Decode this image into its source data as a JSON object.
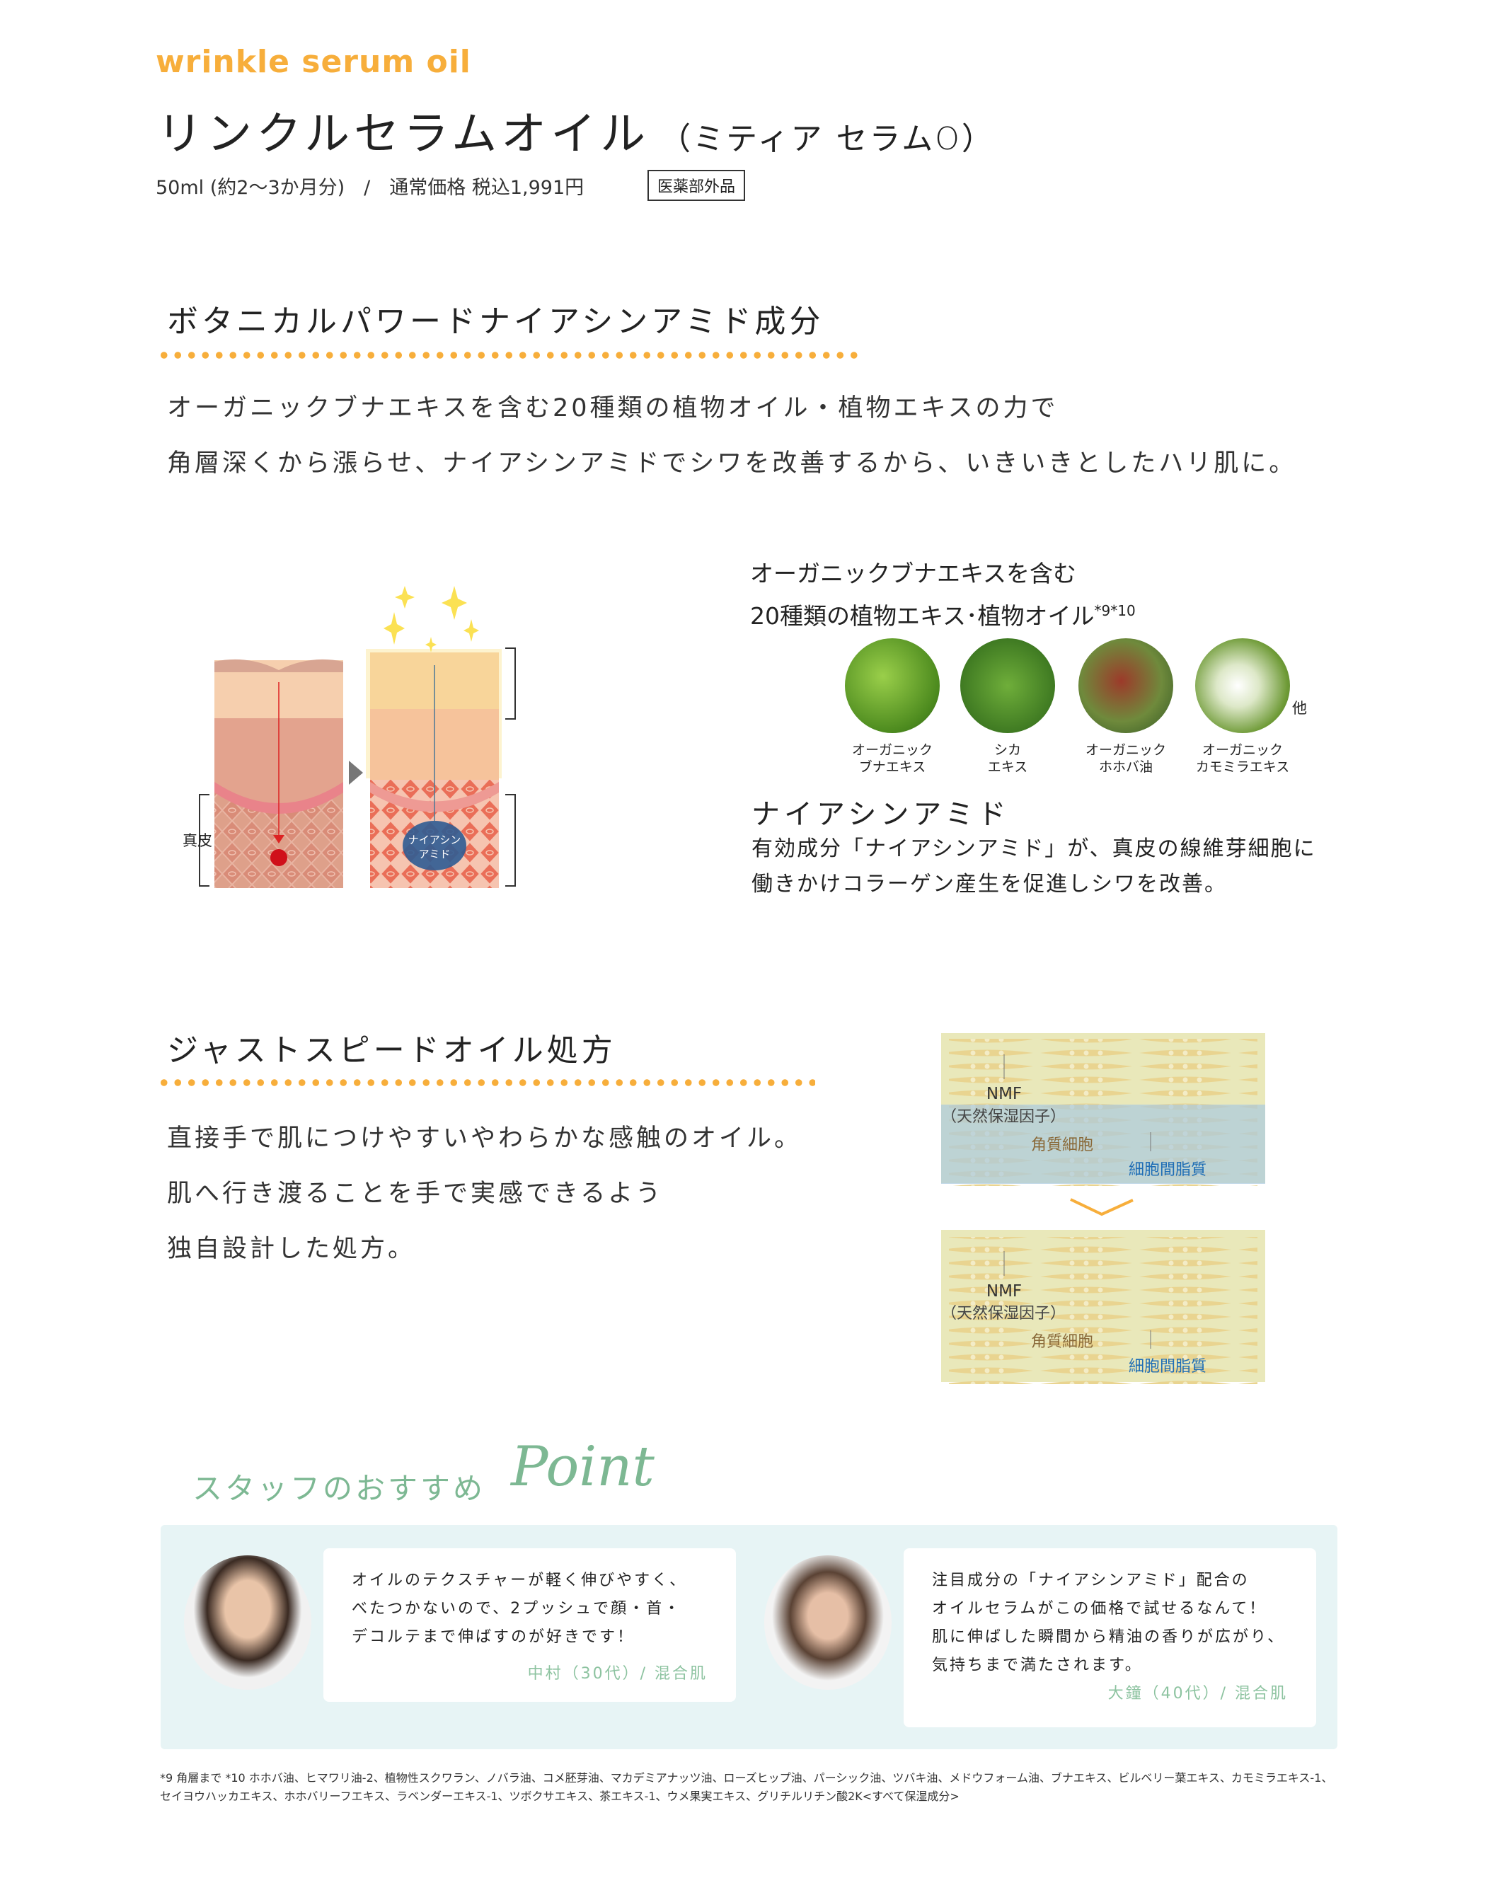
{
  "header": {
    "subtitle": "wrinkle serum oil",
    "title": "リンクルセラムオイル",
    "title_note": "（ミティア セラムO）",
    "spec": "50ml (約2〜3か月分)　/　通常価格 税込1,991円",
    "badge": "医薬部外品"
  },
  "section1": {
    "heading": "ボタニカルパワードナイアシンアミド成分",
    "lines": [
      "オーガニックブナエキスを含む20種類の植物オイル・植物エキスの力で",
      "角層深くから漲らせ、ナイアシンアミドでシワを改善するから、いきいきとしたハリ肌に。"
    ],
    "diagram": {
      "dermis_label": "真皮",
      "niacinamide_label_1": "ナイアシン",
      "niacinamide_label_2": "アミド"
    },
    "ingredients_title_1": "オーガニックブナエキスを含む",
    "ingredients_title_2": "20種類の植物エキス･植物オイル",
    "ingredients_note": "*9*10",
    "ingredients": [
      {
        "line1": "オーガニック",
        "line2": "ブナエキス"
      },
      {
        "line1": "シカ",
        "line2": "エキス"
      },
      {
        "line1": "オーガニック",
        "line2": "ホホバ油"
      },
      {
        "line1": "オーガニック",
        "line2": "カモミラエキス"
      }
    ],
    "others": "他",
    "nia_heading": "ナイアシンアミド",
    "nia_lines": [
      "有効成分「ナイアシンアミド」が、真皮の線維芽細胞に",
      "働きかけコラーゲン産生を促進しシワを改善。"
    ]
  },
  "section2": {
    "heading": "ジャストスピードオイル処方",
    "lines": [
      "直接手で肌につけやすいやわらかな感触のオイル。",
      "肌へ行き渡ることを手で実感できるよう",
      "独自設計した処方。"
    ],
    "diagram": {
      "nmf": "NMF",
      "nmf_sub": "（天然保湿因子）",
      "corneocyte": "角質細胞",
      "lipid": "細胞間脂質"
    }
  },
  "staff": {
    "heading": "スタッフのおすすめ",
    "point": "Point",
    "comments": [
      {
        "lines": [
          "オイルのテクスチャーが軽く伸びやすく、",
          "べたつかないので、2プッシュで顔・首・",
          "デコルテまで伸ばすのが好きです！"
        ],
        "who": "中村（30代）/ 混合肌"
      },
      {
        "lines": [
          "注目成分の「ナイアシンアミド」配合の",
          "オイルセラムがこの価格で試せるなんて！",
          "肌に伸ばした瞬間から精油の香りが広がり、",
          "気持ちまで満たされます。"
        ],
        "who": "大鐘（40代）/ 混合肌"
      }
    ]
  },
  "footnote": "*9 角層まで *10 ホホバ油、ヒマワリ油-2、植物性スクワラン、ノバラ油、コメ胚芽油、マカデミアナッツ油、ローズヒップ油、パーシック油、ツバキ油、メドウフォーム油、ブナエキス、ビルベリー葉エキス、カモミラエキス-1、セイヨウハッカエキス、ホホバリーフエキス、ラベンダーエキス-1、ツボクサエキス、茶エキス-1、ウメ果実エキス、グリチルリチン酸2K<すべて保湿成分>",
  "colors": {
    "accent": "#F7AE3B",
    "green": "#7DB893",
    "panel": "#E7F4F5",
    "blue": "#1E6DB5"
  }
}
